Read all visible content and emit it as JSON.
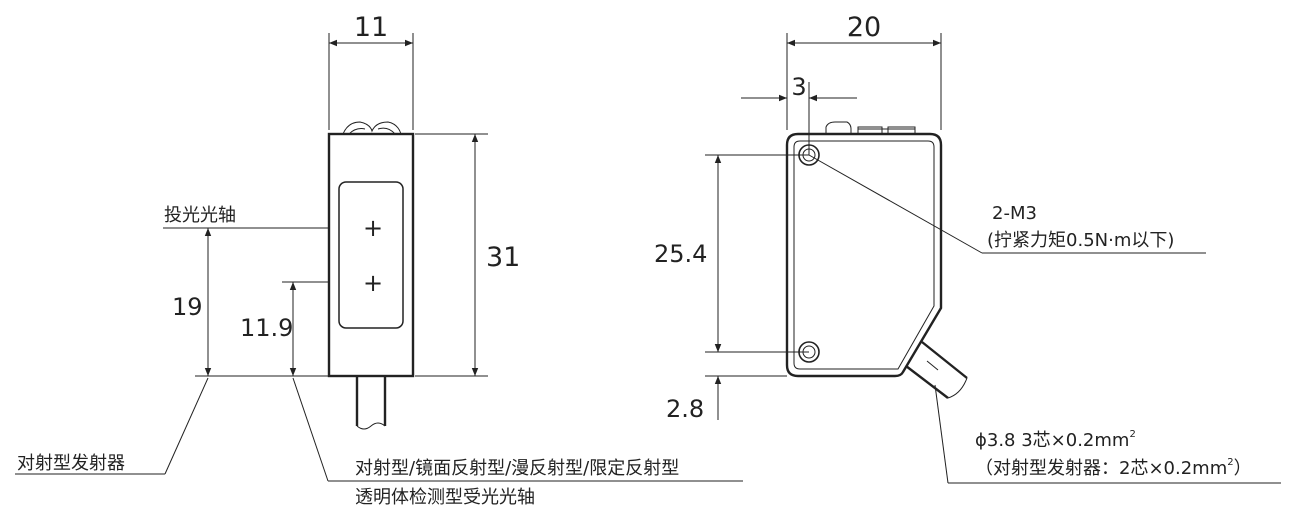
{
  "left_view": {
    "dim_width": "11",
    "dim_height": "31",
    "dim_emitter_axis": "19",
    "dim_receiver_axis": "11.9",
    "label_emitter_axis": "投光光轴",
    "label_thrubeam_emitter": "对射型发射器",
    "label_receiver_line1": "对射型/镜面反射型/漫反射型/限定反射型",
    "label_receiver_line2": "透明体检测型受光光轴",
    "plus_mark": "+"
  },
  "right_view": {
    "dim_width": "20",
    "dim_hole_offset": "3",
    "dim_hole_pitch": "25.4",
    "dim_bottom_offset": "2.8",
    "mount_label_line1": "2-M3",
    "mount_label_line2": "(拧紧力矩0.5N·m以下)",
    "cable_label_line1": "ϕ3.8 3芯×0.2mm",
    "cable_label_line1_sup": "2",
    "cable_label_line2": "（对射型发射器：2芯×0.2mm",
    "cable_label_line2_sup": "2",
    "cable_label_line2_end": "）"
  }
}
